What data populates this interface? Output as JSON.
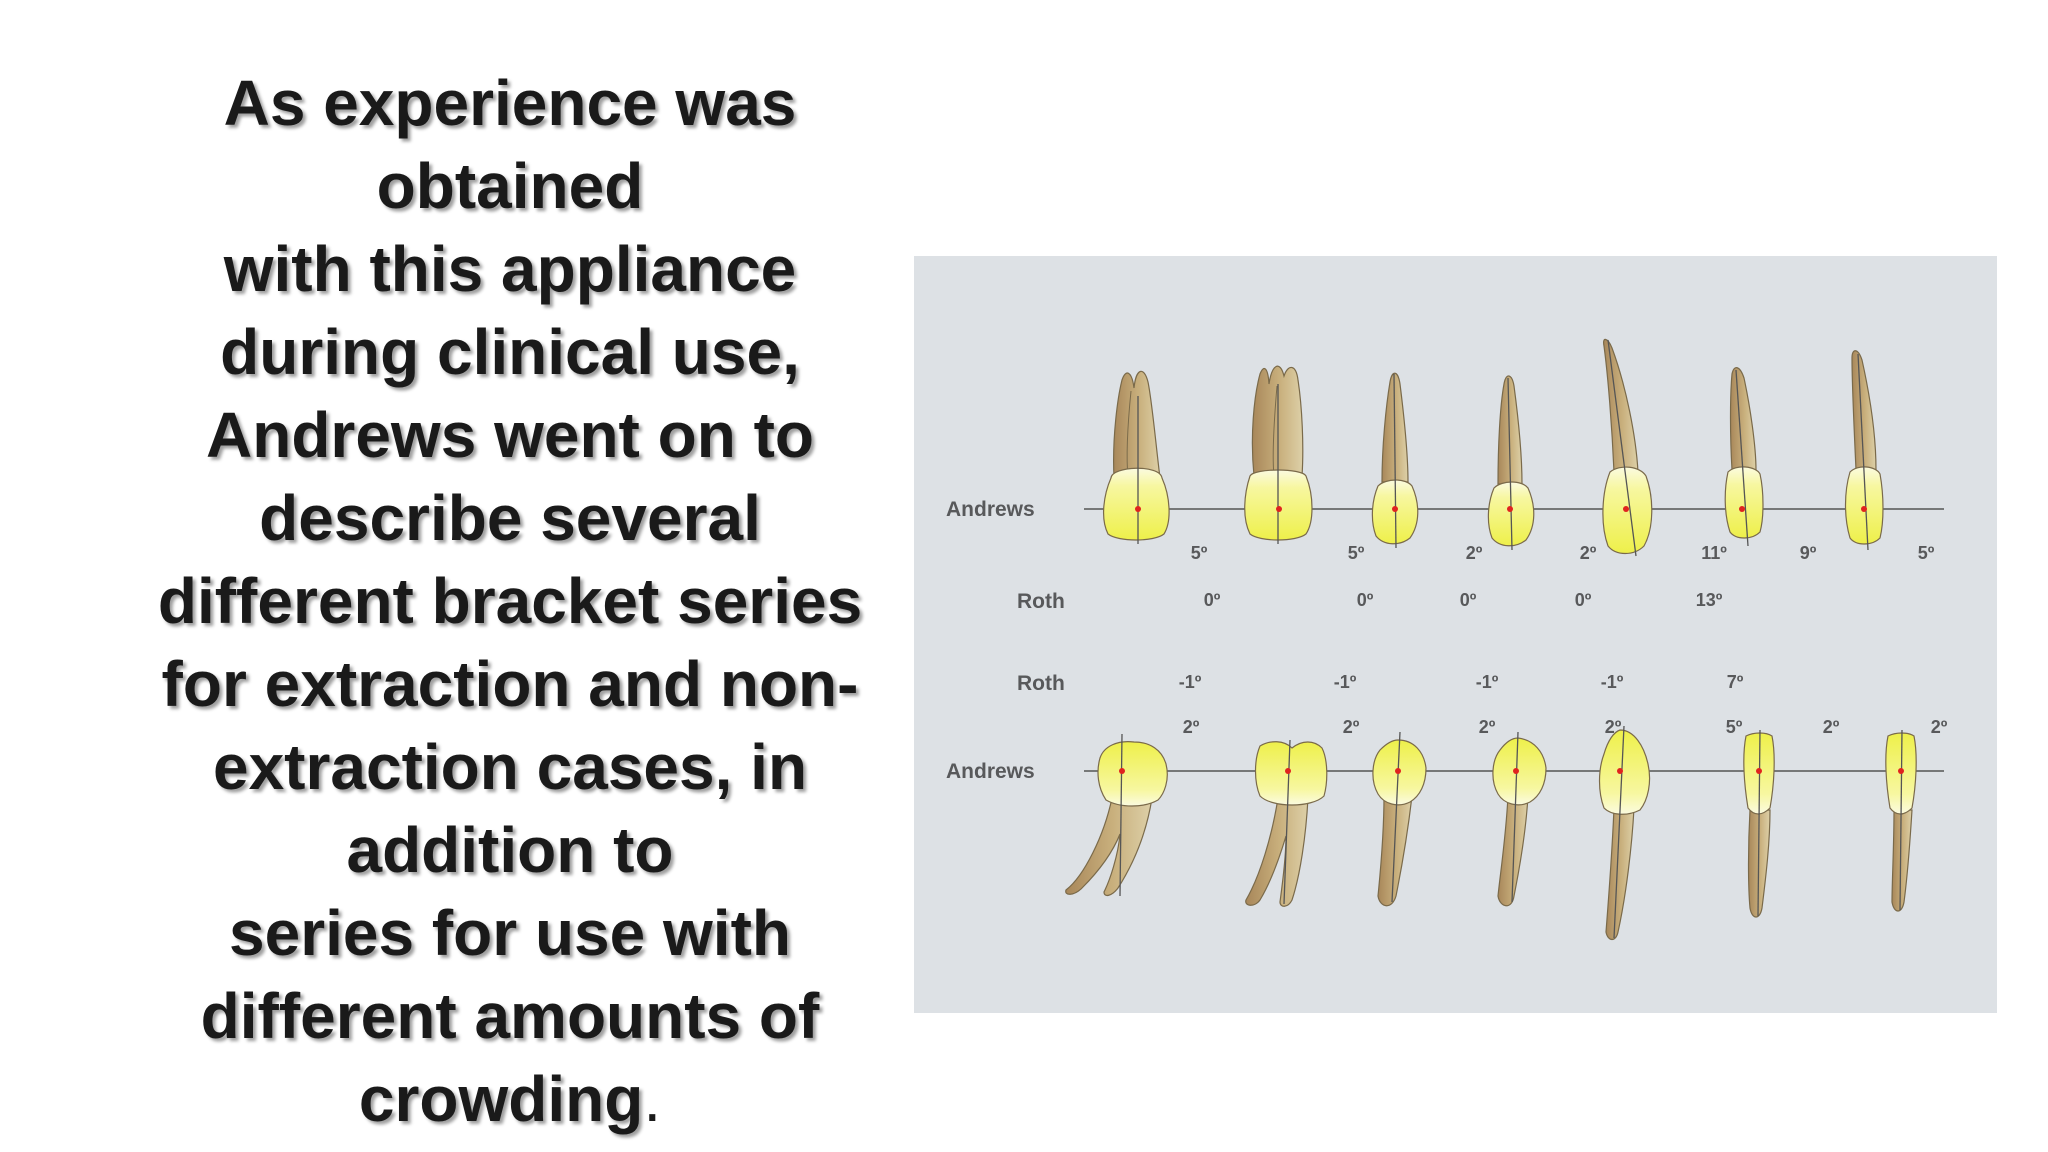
{
  "text": {
    "lines": [
      "As experience was",
      "obtained",
      "with this appliance",
      "during clinical use,",
      "Andrews went on to",
      "describe several",
      "different bracket series",
      "for extraction and non-",
      "extraction cases, in",
      "addition to",
      "series for use with",
      "different amounts of",
      "crowding"
    ],
    "final_punct": "."
  },
  "figure": {
    "row_labels": {
      "upper_andrews": "Andrews",
      "upper_roth": "Roth",
      "lower_roth": "Roth",
      "lower_andrews": "Andrews"
    },
    "upper_andrews_values": [
      "5º",
      "5º",
      "2º",
      "2º",
      "11º",
      "9º",
      "5º"
    ],
    "upper_roth_values": [
      "0º",
      "0º",
      "0º",
      "0º",
      "13º"
    ],
    "lower_roth_values": [
      "-1º",
      "-1º",
      "-1º",
      "-1º",
      "7º"
    ],
    "lower_andrews_values": [
      "2º",
      "2º",
      "2º",
      "2º",
      "5º",
      "2º",
      "2º"
    ],
    "colors": {
      "panel_bg": "#dde1e5",
      "crown": "#f2f266",
      "root": "#b89a5f",
      "red_dot": "#e0231f",
      "line": "#555555"
    }
  }
}
